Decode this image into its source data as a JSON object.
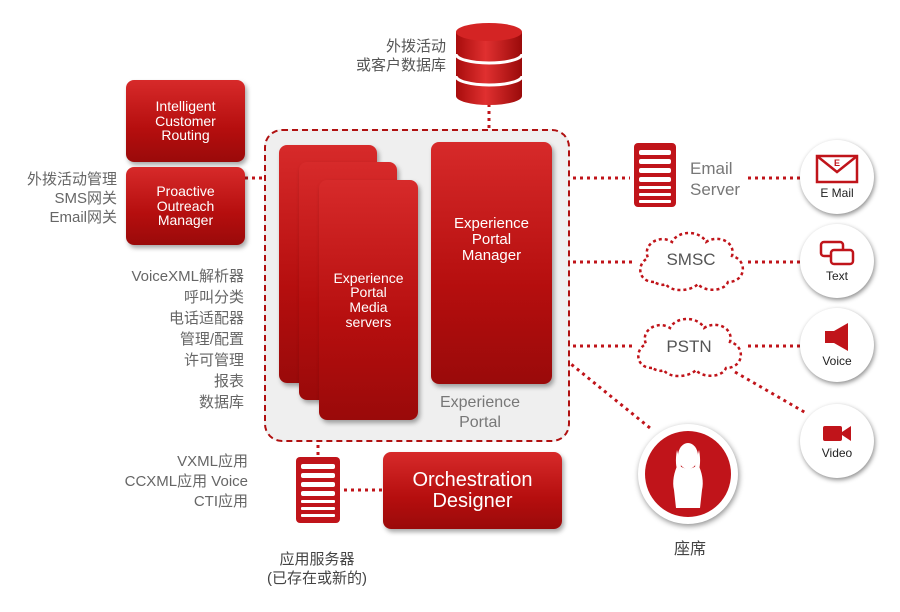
{
  "database": {
    "label": "外拨活动\n或客户数据库"
  },
  "left_boxes": {
    "icr": "Intelligent\nCustomer\nRouting",
    "pom": "Proactive\nOutreach\nManager"
  },
  "left_labels": {
    "pom_side": "外拨活动管理\nSMS网关\nEmail网关",
    "features": "VoiceXML解析器\n呼叫分类\n电话适配器\n管理/配置\n许可管理\n报表\n数据库",
    "apps": "VXML应用\nCCXML应用 Voice\nCTI应用"
  },
  "portal": {
    "media_servers": "Experience\nPortal\nMedia\nservers",
    "manager": "Experience\nPortal\nManager",
    "caption": "Experience\nPortal"
  },
  "orchestration": {
    "label": "Orchestration\nDesigner"
  },
  "app_server": {
    "label": "应用服务器\n(已存在或新的)"
  },
  "email_server": {
    "label": "Email\nServer"
  },
  "clouds": {
    "smsc": "SMSC",
    "pstn": "PSTN"
  },
  "channels": {
    "email": "E Mail",
    "text": "Text",
    "voice": "Voice",
    "video": "Video"
  },
  "agent": {
    "label": "座席"
  },
  "colors": {
    "brand_red": "#c0141a",
    "line_red": "#c0141a",
    "gray_text": "#666666"
  },
  "icons": [
    "database-icon",
    "server-icon",
    "cloud-icon",
    "envelope-icon",
    "chat-icon",
    "speaker-icon",
    "video-camera-icon",
    "agent-silhouette-icon"
  ]
}
